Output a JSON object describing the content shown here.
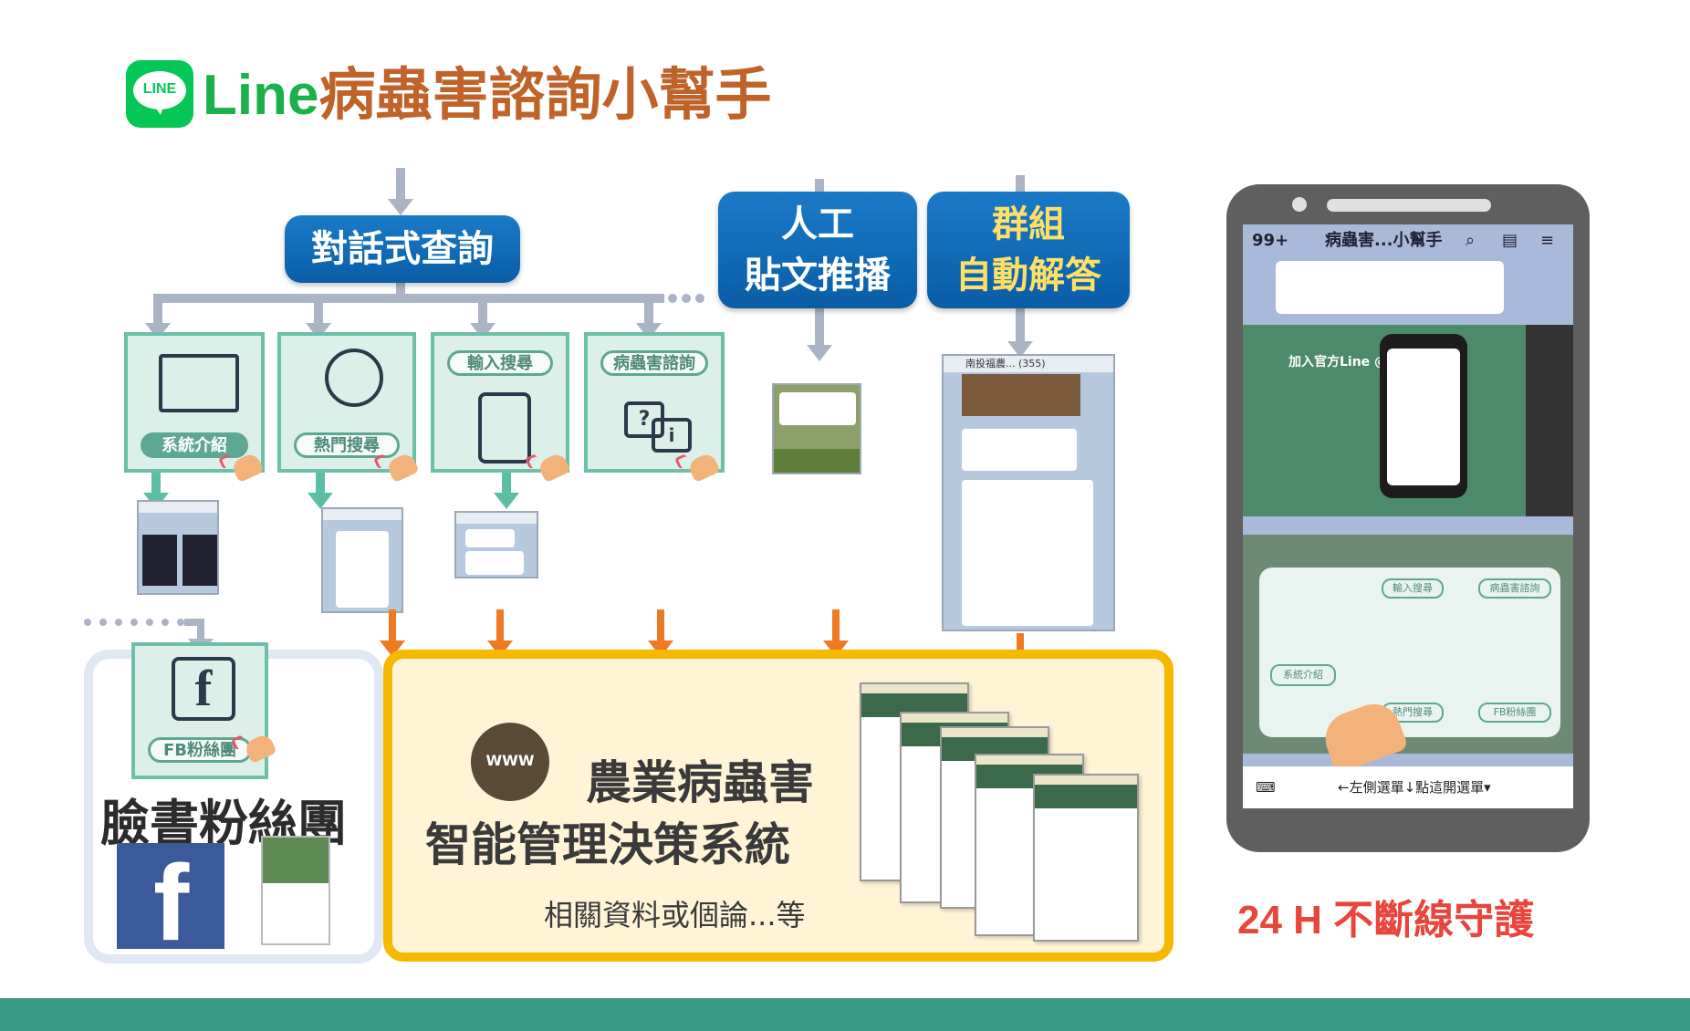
{
  "title": {
    "en": "Line",
    "zh": "病蟲害諮詢小幫手",
    "logo_text": "LINE"
  },
  "nodes": {
    "dialog_query": "對話式查詢",
    "manual_post_line1": "人工",
    "manual_post_line2": "貼文推播",
    "group_auto_line1": "群組",
    "group_auto_line2": "自動解答"
  },
  "menu_tiles": [
    {
      "label": "系統介紹",
      "icon": "computer-bulb-icon"
    },
    {
      "label": "熱門搜尋",
      "icon": "trend-magnifier-icon"
    },
    {
      "label": "輸入搜尋",
      "icon": "phone-search-icon"
    },
    {
      "label": "病蟲害諮詢",
      "icon": "chat-question-icon"
    }
  ],
  "fb": {
    "tile_label": "FB粉絲團",
    "panel_label": "臉書粉絲團",
    "logo": "f"
  },
  "system": {
    "icon_text": "WWW",
    "title_line1": "農業病蟲害",
    "title_line2": "智能管理決策系統",
    "subtitle": "相關資料或個論...等"
  },
  "group_chat": {
    "header": "南投福農... (355)"
  },
  "phone": {
    "header": "99+",
    "chat_title": "病蟲害...小幫手",
    "banner_text": "加入官方Line @",
    "menu_labels": [
      "系統介紹",
      "熱門搜尋",
      "輸入搜尋",
      "病蟲害諮詢",
      "FB粉絲團"
    ],
    "footer": "←左側選單↓點這開選單▾"
  },
  "tagline": "24 H 不斷線守護",
  "colors": {
    "accent_green": "#1cb04a",
    "title_orange": "#c0632a",
    "blue": "#0a5da6",
    "orange_arrow": "#ee7a24",
    "yellow_frame": "#f7b900",
    "teal_bar": "#3c9a84",
    "red_text": "#e8453c"
  }
}
